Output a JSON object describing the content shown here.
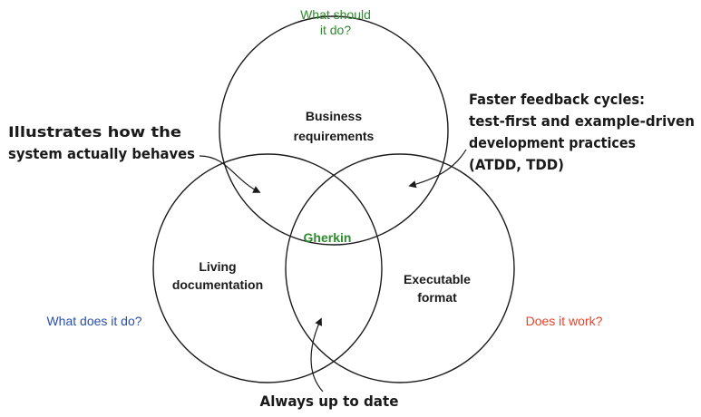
{
  "colors": {
    "green": "#2e8b2e",
    "blue": "#2a4fa8",
    "red": "#e8432a",
    "ink": "#1a1a1a"
  },
  "questions": {
    "top": [
      "What should",
      "it do?"
    ],
    "left": "What does it do?",
    "right": "Does it work?"
  },
  "circles": {
    "top": [
      "Business",
      "requirements"
    ],
    "left": [
      "Living",
      "documentation"
    ],
    "right": [
      "Executable",
      "format"
    ],
    "center": "Gherkin"
  },
  "annotations": {
    "left": [
      "Illustrates how the",
      "system actually behaves"
    ],
    "right": [
      "Faster feedback cycles:",
      "test-first and example-driven",
      "development practices",
      "(ATDD, TDD)"
    ],
    "bottom": "Always up to date"
  }
}
